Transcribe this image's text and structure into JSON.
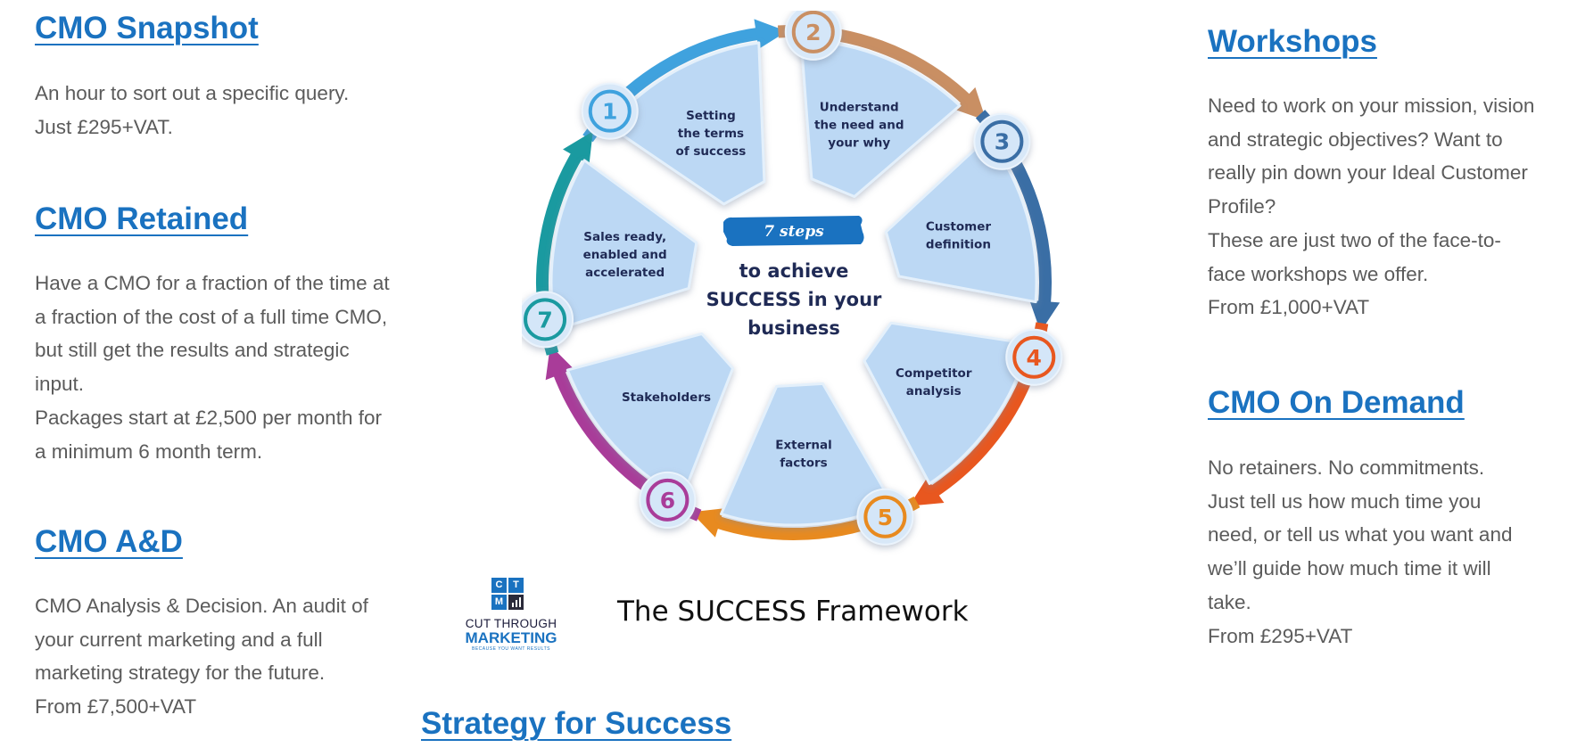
{
  "left": {
    "snapshot": {
      "title": "CMO Snapshot",
      "body": "An hour to sort out a specific query.\nJust £295+VAT."
    },
    "retained": {
      "title": "CMO Retained",
      "body": "Have a CMO for a fraction of the time at\na fraction of the cost of a full time CMO,\nbut still get the results and strategic\ninput.\nPackages start at £2,500 per month for\na minimum 6 month term."
    },
    "ad": {
      "title": "CMO A&D",
      "body": "CMO Analysis & Decision. An audit of\nyour current marketing and a full\nmarketing strategy for the future.\nFrom £7,500+VAT"
    }
  },
  "right": {
    "workshops": {
      "title": "Workshops",
      "body": "Need to work on your mission, vision\nand strategic objectives? Want to\nreally pin down your Ideal Customer\nProfile?\nThese are just two of the face-to-\nface workshops we offer.\nFrom £1,000+VAT"
    },
    "on_demand": {
      "title": "CMO On Demand",
      "body": "No  retainers. No commitments.\nJust tell us how much time you\nneed, or tell us what you want and\nwe’ll guide how much time it will\ntake.\nFrom £295+VAT"
    }
  },
  "center": {
    "strategy_link": "Strategy for Success",
    "framework_title": "The SUCCESS Framework",
    "logo": {
      "letters": [
        "C",
        "T",
        "M"
      ],
      "line1": "CUT THROUGH",
      "line2": "MARKETING",
      "line3": "BECAUSE YOU WANT RESULTS"
    }
  },
  "diagram": {
    "banner": "7 steps",
    "hub_line1": "to achieve",
    "hub_line2": "SUCCESS in your",
    "hub_line3": "business",
    "steps": [
      {
        "number": "1",
        "label": [
          "Setting",
          "the terms",
          "of success"
        ],
        "color": "#3fa2de"
      },
      {
        "number": "2",
        "label": [
          "Understand",
          "the need and",
          "your why"
        ],
        "color": "#c98f63"
      },
      {
        "number": "3",
        "label": [
          "Customer",
          "definition"
        ],
        "color": "#3a6ea5"
      },
      {
        "number": "4",
        "label": [
          "Competitor",
          "analysis"
        ],
        "color": "#e8571f"
      },
      {
        "number": "5",
        "label": [
          "External",
          "factors"
        ],
        "color": "#e88a1f"
      },
      {
        "number": "6",
        "label": [
          "Stakeholders"
        ],
        "color": "#a93c99"
      },
      {
        "number": "7",
        "label": [
          "Sales ready,",
          "enabled and",
          "accelerated"
        ],
        "color": "#1a9aa0"
      }
    ]
  }
}
